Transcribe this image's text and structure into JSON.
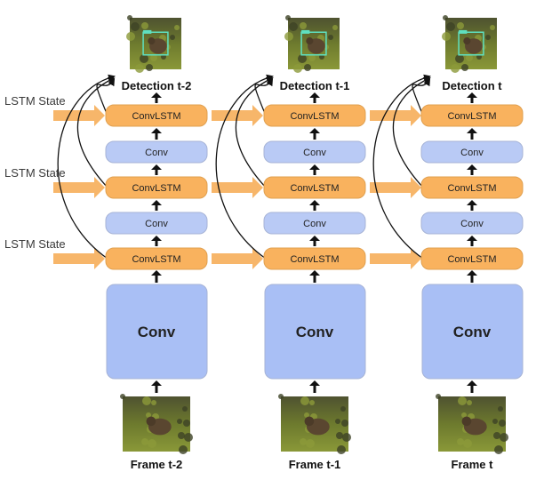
{
  "lstm_state_labels": [
    "LSTM State",
    "LSTM State",
    "LSTM State"
  ],
  "columns": [
    {
      "detection_label": "Detection t-2",
      "frame_label": "Frame t-2",
      "boxes": [
        "ConvLSTM",
        "Conv",
        "ConvLSTM",
        "Conv",
        "ConvLSTM"
      ],
      "conv_label": "Conv"
    },
    {
      "detection_label": "Detection t-1",
      "frame_label": "Frame t-1",
      "boxes": [
        "ConvLSTM",
        "Conv",
        "ConvLSTM",
        "Conv",
        "ConvLSTM"
      ],
      "conv_label": "Conv"
    },
    {
      "detection_label": "Detection t",
      "frame_label": "Frame t",
      "boxes": [
        "ConvLSTM",
        "Conv",
        "ConvLSTM",
        "Conv",
        "ConvLSTM"
      ],
      "conv_label": "Conv"
    }
  ],
  "colors": {
    "orange_fill": "#f9b25e",
    "orange_stroke": "#e0a050",
    "blue_fill": "#b9caf5",
    "blue_stroke": "#a6b3d6",
    "big_blue_fill": "#a9bff5",
    "state_arrow": "#f7b262",
    "detection_box": "#5fe0c0"
  }
}
